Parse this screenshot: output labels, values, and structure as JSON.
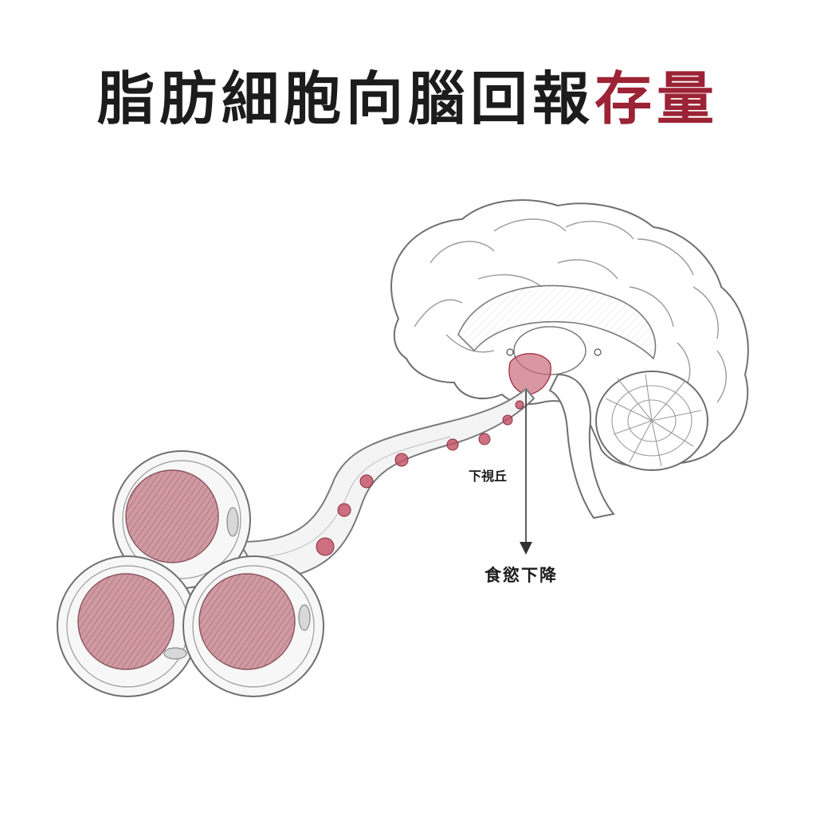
{
  "title": {
    "main": "脂肪細胞向腦回報",
    "highlight": "存量"
  },
  "labels": {
    "hypothalamus": "下視丘",
    "outcome": "食慾下降"
  },
  "colors": {
    "title_text": "#1c1c1c",
    "title_accent": "#9b2335",
    "fat_core": "#c98f97",
    "hypothalamus_highlight": "#c76b7a",
    "signal_dot": "#c24e63",
    "outline": "#6f6f6f"
  }
}
